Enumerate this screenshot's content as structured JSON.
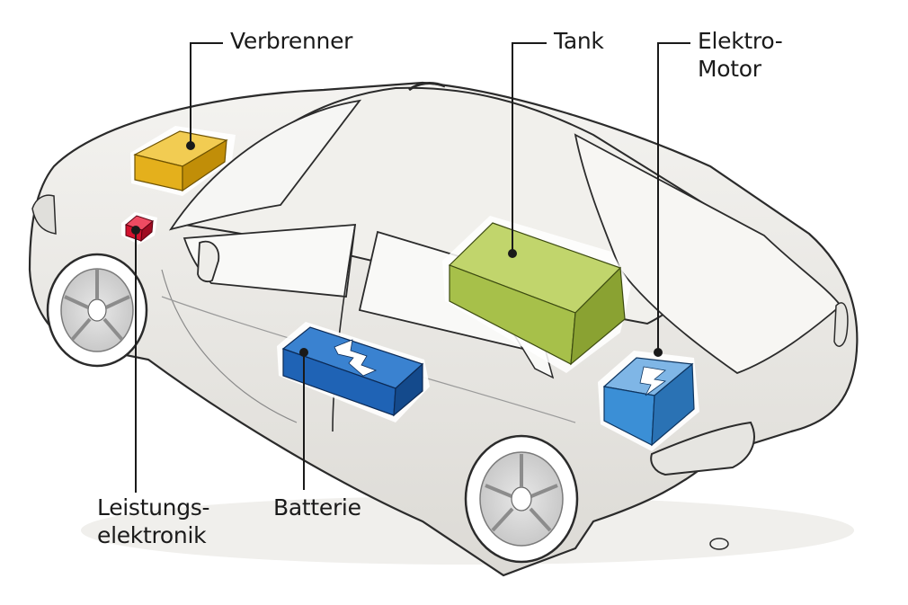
{
  "labels": {
    "verbrenner": "Verbrenner",
    "tank": "Tank",
    "elektro_motor": [
      "Elektro-",
      "Motor"
    ],
    "leistungselektronik": [
      "Leistungs-",
      "elektronik"
    ],
    "batterie": "Batterie"
  },
  "colors": {
    "verbrenner": "#e4b01c",
    "tank": "#a7c04a",
    "battery": "#1f63b5",
    "motor": "#3b8fd6",
    "power_electronics": "#d2122e",
    "car_body": "#ebeae6",
    "outline": "#2b2b2b"
  }
}
